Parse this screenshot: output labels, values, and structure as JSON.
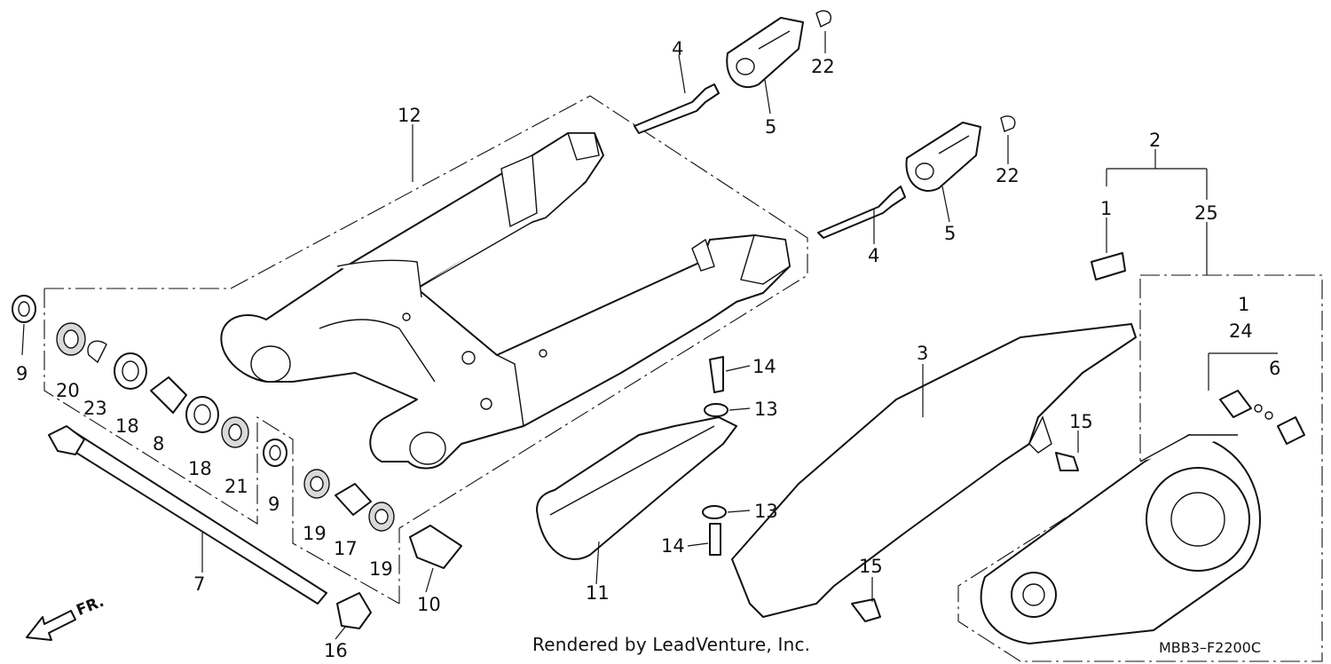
{
  "credit": "Rendered by LeadVenture, Inc.",
  "diagram_code": "MBB3–F2200C",
  "direction_label": "FR.",
  "callouts": {
    "c1a": "1",
    "c1b": "1",
    "c2": "2",
    "c3": "3",
    "c4a": "4",
    "c4b": "4",
    "c5a": "5",
    "c5b": "5",
    "c6": "6",
    "c7": "7",
    "c8": "8",
    "c9a": "9",
    "c9b": "9",
    "c10": "10",
    "c11": "11",
    "c12": "12",
    "c13a": "13",
    "c13b": "13",
    "c14a": "14",
    "c14b": "14",
    "c15a": "15",
    "c15b": "15",
    "c16": "16",
    "c17": "17",
    "c18a": "18",
    "c18b": "18",
    "c19a": "19",
    "c19b": "19",
    "c20": "20",
    "c21": "21",
    "c22a": "22",
    "c22b": "22",
    "c23": "23",
    "c24": "24",
    "c25": "25"
  }
}
